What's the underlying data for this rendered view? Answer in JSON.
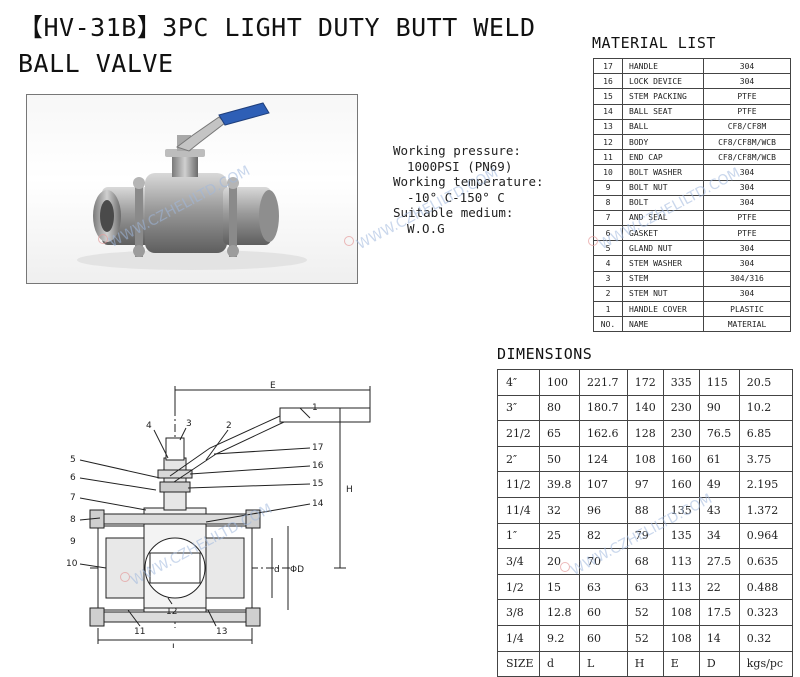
{
  "title_line1": "【HV-31B】3PC LIGHT DUTY BUTT WELD",
  "title_line2": "BALL VALVE",
  "specs": {
    "pressure_label": "Working pressure:",
    "pressure_value": "1000PSI (PN69)",
    "temperature_label": "Working temperature:",
    "temperature_value": "-10° C-150° C",
    "medium_label": "Suitable medium:",
    "medium_value": "W.O.G"
  },
  "watermark": "WWW.CZHELILTD.COM",
  "material_list": {
    "title": "MATERIAL LIST",
    "rows": [
      [
        "17",
        "HANDLE",
        "304"
      ],
      [
        "16",
        "LOCK DEVICE",
        "304"
      ],
      [
        "15",
        "STEM PACKING",
        "PTFE"
      ],
      [
        "14",
        "BALL SEAT",
        "PTFE"
      ],
      [
        "13",
        "BALL",
        "CF8/CF8M"
      ],
      [
        "12",
        "BODY",
        "CF8/CF8M/WCB"
      ],
      [
        "11",
        "END CAP",
        "CF8/CF8M/WCB"
      ],
      [
        "10",
        "BOLT WASHER",
        "304"
      ],
      [
        "9",
        "BOLT NUT",
        "304"
      ],
      [
        "8",
        "BOLT",
        "304"
      ],
      [
        "7",
        "AND SEAL",
        "PTFE"
      ],
      [
        "6",
        "GASKET",
        "PTFE"
      ],
      [
        "5",
        "GLAND NUT",
        "304"
      ],
      [
        "4",
        "STEM WASHER",
        "304"
      ],
      [
        "3",
        "STEM",
        "304/316"
      ],
      [
        "2",
        "STEM NUT",
        "304"
      ],
      [
        "1",
        "HANDLE COVER",
        "PLASTIC"
      ],
      [
        "NO.",
        "NAME",
        "MATERIAL"
      ]
    ]
  },
  "dimensions": {
    "title": "DIMENSIONS",
    "rows": [
      [
        "4″",
        "100",
        "221.7",
        "172",
        "335",
        "115",
        "20.5"
      ],
      [
        "3″",
        "80",
        "180.7",
        "140",
        "230",
        "90",
        "10.2"
      ],
      [
        "21/2",
        "65",
        "162.6",
        "128",
        "230",
        "76.5",
        "6.85"
      ],
      [
        "2″",
        "50",
        "124",
        "108",
        "160",
        "61",
        "3.75"
      ],
      [
        "11/2",
        "39.8",
        "107",
        "97",
        "160",
        "49",
        "2.195"
      ],
      [
        "11/4",
        "32",
        "96",
        "88",
        "135",
        "43",
        "1.372"
      ],
      [
        "1″",
        "25",
        "82",
        "79",
        "135",
        "34",
        "0.964"
      ],
      [
        "3/4",
        "20",
        "70",
        "68",
        "113",
        "27.5",
        "0.635"
      ],
      [
        "1/2",
        "15",
        "63",
        "63",
        "113",
        "22",
        "0.488"
      ],
      [
        "3/8",
        "12.8",
        "60",
        "52",
        "108",
        "17.5",
        "0.323"
      ],
      [
        "1/4",
        "9.2",
        "60",
        "52",
        "108",
        "14",
        "0.32"
      ],
      [
        "SIZE",
        "d",
        "L",
        "H",
        "E",
        "D",
        "kgs/pc"
      ]
    ]
  },
  "drawing": {
    "callouts": [
      "1",
      "2",
      "3",
      "4",
      "5",
      "6",
      "7",
      "8",
      "9",
      "10",
      "11",
      "12",
      "13",
      "14",
      "15",
      "16",
      "17"
    ],
    "dim_E": "E",
    "dim_H": "H",
    "dim_L": "L",
    "dim_d": "d",
    "dim_D": "ΦD"
  }
}
